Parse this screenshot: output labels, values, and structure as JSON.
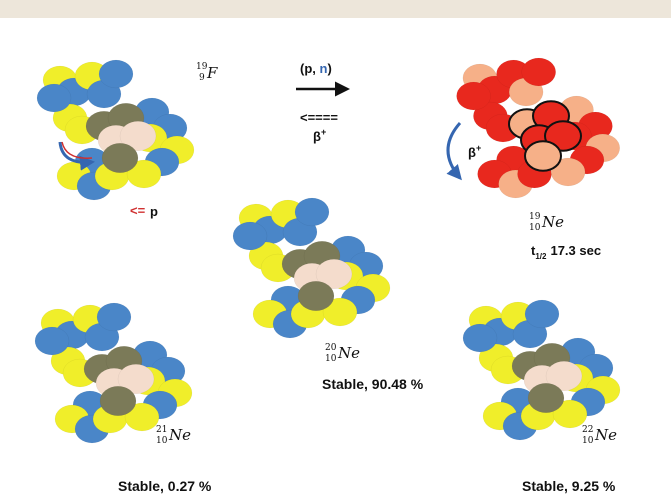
{
  "reaction": {
    "forward_open": "(p, ",
    "forward_n": "n",
    "forward_close": ")",
    "backward_arrow": "<====",
    "backward_label": "β",
    "backward_sup": "+"
  },
  "isotopes": {
    "f19": {
      "mass": "19",
      "atomic": "9",
      "symbol": "F"
    },
    "ne19": {
      "mass": "19",
      "atomic": "10",
      "symbol": "Ne",
      "half_life_prefix": "t",
      "half_life_sub": "1/2",
      "half_life_value": "17.3 sec",
      "decay_label": "β",
      "decay_sup": "+"
    },
    "ne20": {
      "mass": "20",
      "atomic": "10",
      "symbol": "Ne",
      "abundance": "Stable, 90.48 %"
    },
    "ne21": {
      "mass": "21",
      "atomic": "10",
      "symbol": "Ne",
      "abundance": "Stable, 0.27 %"
    },
    "ne22": {
      "mass": "22",
      "atomic": "10",
      "symbol": "Ne",
      "abundance": "Stable, 9.25 %"
    }
  },
  "incoming_particle": {
    "arrow": "<=",
    "label": "p"
  },
  "colors": {
    "neutron": "#4a86c8",
    "proton": "#f0ee2a",
    "core_dark": "#7b7a58",
    "core_light": "#f4dccc",
    "ne19_outer": "#e8281e",
    "ne19_light": "#f6b088",
    "arrow_red": "#d03030",
    "arrow_blue": "#3566b0"
  }
}
